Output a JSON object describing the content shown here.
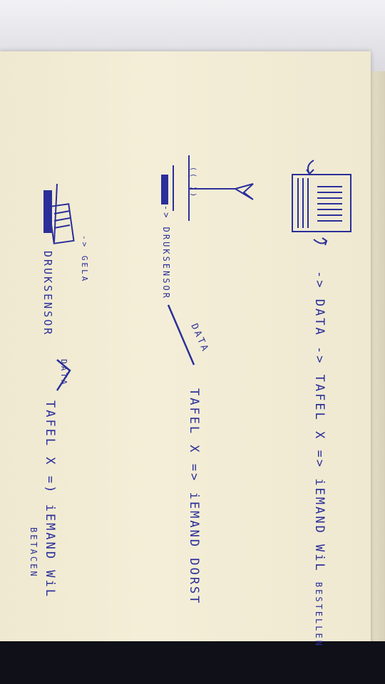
{
  "ink_color": "#2b2f99",
  "notes": {
    "line1": {
      "arrow_a": "->",
      "data": "DATA",
      "arrow_b": "->",
      "table": "TAFEL X",
      "arrow_c": "=>",
      "text": "iEMAND WiL",
      "end": "BESTELLEN"
    },
    "line2": {
      "sensor": "-> DRUKSENSOR",
      "arrow_label": "DATA",
      "text": "TAFEL X => iEMAND DORST"
    },
    "line3": {
      "sensor": "DRUKSENSOR",
      "arrow_label": "DATA",
      "text": "TAFEL X =) iEMAND WiL",
      "text_b": "BETACEN"
    },
    "glass_mark": "(( ))",
    "weight_label": "-> GELA"
  }
}
